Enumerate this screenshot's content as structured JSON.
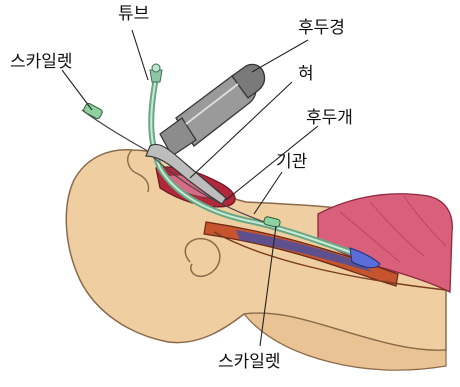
{
  "labels": {
    "tube": "튜브",
    "laryngoscope": "후두경",
    "tongue": "혀",
    "epiglottis": "후두개",
    "trachea": "기관",
    "stylet_top": "스카일렛",
    "stylet_bottom": "스카일렛"
  },
  "colors": {
    "skin": "#efcfa1",
    "skin_outline": "#8a6a4a",
    "lung_pink": "#d9607a",
    "tube_green": "#8fc7a6",
    "scope_gray": "#8c8c8c",
    "trachea_blue": "#3b4fae",
    "mouth_red": "#b0283a"
  }
}
